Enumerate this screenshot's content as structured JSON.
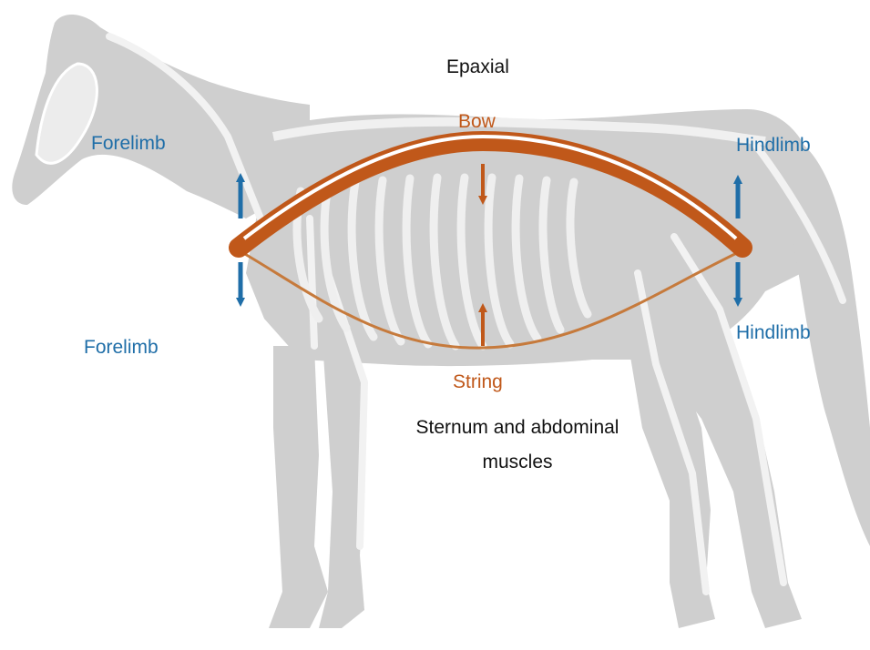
{
  "labels": {
    "epaxial": "Epaxial",
    "bow": "Bow",
    "string": "String",
    "forelimb_top": "Forelimb",
    "forelimb_bottom": "Forelimb",
    "hindlimb_top": "Hindlimb",
    "hindlimb_bottom": "Hindlimb",
    "sternum_line1": "Sternum and abdominal",
    "sternum_line2": "muscles"
  },
  "colors": {
    "bow": "#c0581a",
    "string": "#c67a3c",
    "limb_arrows": "#1f6ea8",
    "horse_silhouette": "#cfcfcf",
    "skeleton": "#ececec"
  },
  "icons": {
    "horse": "horse-skeleton-silhouette",
    "limb_arrow": "arrow-icon",
    "force_arrow": "arrow-icon"
  }
}
